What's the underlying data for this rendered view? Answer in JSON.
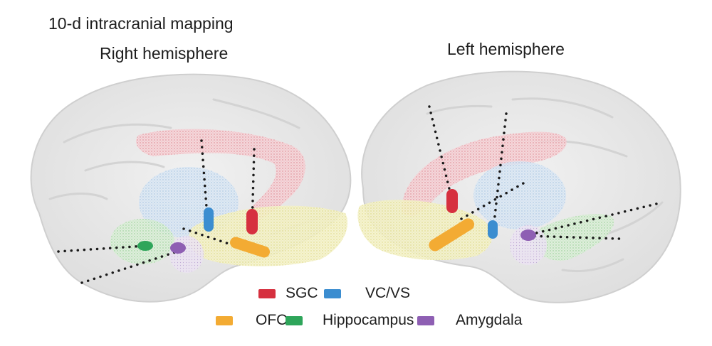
{
  "figure": {
    "title": "10-d intracranial mapping",
    "right_label": "Right hemisphere",
    "left_label": "Left hemisphere"
  },
  "legend": [
    {
      "label": "SGC",
      "color": "#d6303f"
    },
    {
      "label": "VC/VS",
      "color": "#3b8dd0"
    },
    {
      "label": "OFC",
      "color": "#f3ab33"
    },
    {
      "label": "Hippocampus",
      "color": "#2ea55a"
    },
    {
      "label": "Amygdala",
      "color": "#8e5fb3"
    }
  ],
  "colors": {
    "brain_fill": "#e4e4e4",
    "brain_outline": "#cfcfcf",
    "cingulate": "#e79aa2",
    "striatum": "#a9c9e6",
    "ofc_region": "#ece79a",
    "hippocampus_region": "#9ed39a",
    "amygdala_region": "#cdb9e0",
    "electrode_trajectory": "#1a1a1a"
  }
}
